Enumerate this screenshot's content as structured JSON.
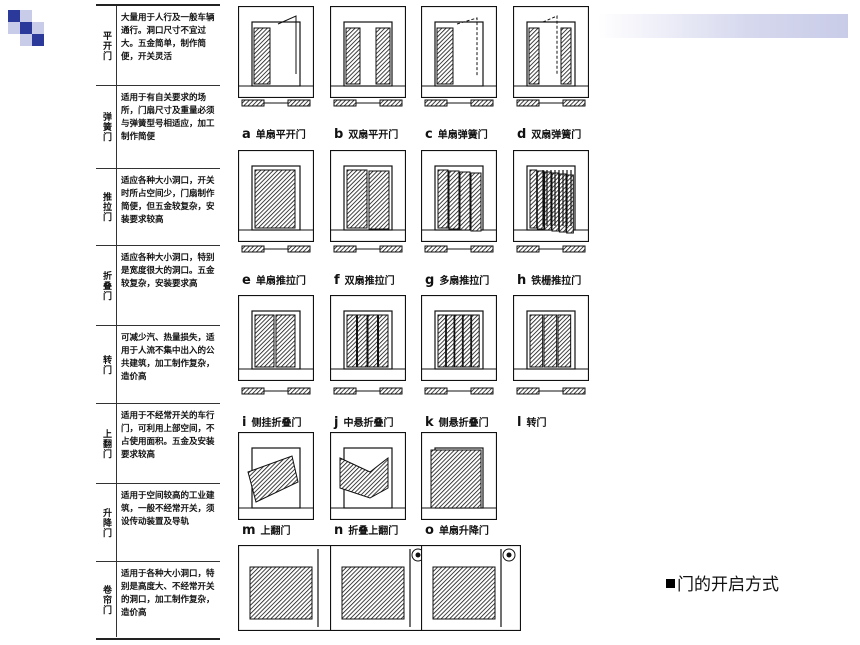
{
  "rows": [
    {
      "name": "平开门",
      "desc": "大量用于人行及一般车辆通行。洞口尺寸不宜过大。五金简单，制作简便，开关灵活"
    },
    {
      "name": "弹簧门",
      "desc": "适用于有自关要求的场所，门扇尺寸及重量必须与弹簧型号相适应，加工制作简便"
    },
    {
      "name": "推拉门",
      "desc": "适应各种大小洞口，开关时所占空间少，门扇制作简便，但五金较复杂，安装要求较高"
    },
    {
      "name": "折叠门",
      "desc": "适应各种大小洞口，特别是宽度很大的洞口。五金较复杂，安装要求高"
    },
    {
      "name": "转门",
      "desc": "可减少汽、热量损失，适用于人流不集中出入的公共建筑，加工制作复杂，造价高"
    },
    {
      "name": "上翻门",
      "desc": "适用于不经常开关的车行门，可利用上部空间，不占使用面积。五金及安装要求较高"
    },
    {
      "name": "升降门",
      "desc": "适用于空间较高的工业建筑，一般不经常开关，须设传动装置及导轨"
    },
    {
      "name": "卷帘门",
      "desc": "适用于各种大小洞口，特别是高度大、不经常开关的洞口，加工制作复杂，造价高"
    }
  ],
  "captions": [
    {
      "letter": "a",
      "text": "单扇平开门"
    },
    {
      "letter": "b",
      "text": "双扇平开门"
    },
    {
      "letter": "c",
      "text": "单扇弹簧门"
    },
    {
      "letter": "d",
      "text": "双扇弹簧门"
    },
    {
      "letter": "e",
      "text": "单扇推拉门"
    },
    {
      "letter": "f",
      "text": "双扇推拉门"
    },
    {
      "letter": "g",
      "text": "多扇推拉门"
    },
    {
      "letter": "h",
      "text": "铁栅推拉门"
    },
    {
      "letter": "i",
      "text": "侧挂折叠门"
    },
    {
      "letter": "j",
      "text": "中悬折叠门"
    },
    {
      "letter": "k",
      "text": "侧悬折叠门"
    },
    {
      "letter": "l",
      "text": "转门"
    },
    {
      "letter": "m",
      "text": "上翻门"
    },
    {
      "letter": "n",
      "text": "折叠上翻门"
    },
    {
      "letter": "o",
      "text": "单扇升降门"
    }
  ],
  "slide_title": "门的开启方式",
  "colors": {
    "accent": "#2b3a9a",
    "accent_light": "#c9cce8",
    "ink": "#111111"
  }
}
